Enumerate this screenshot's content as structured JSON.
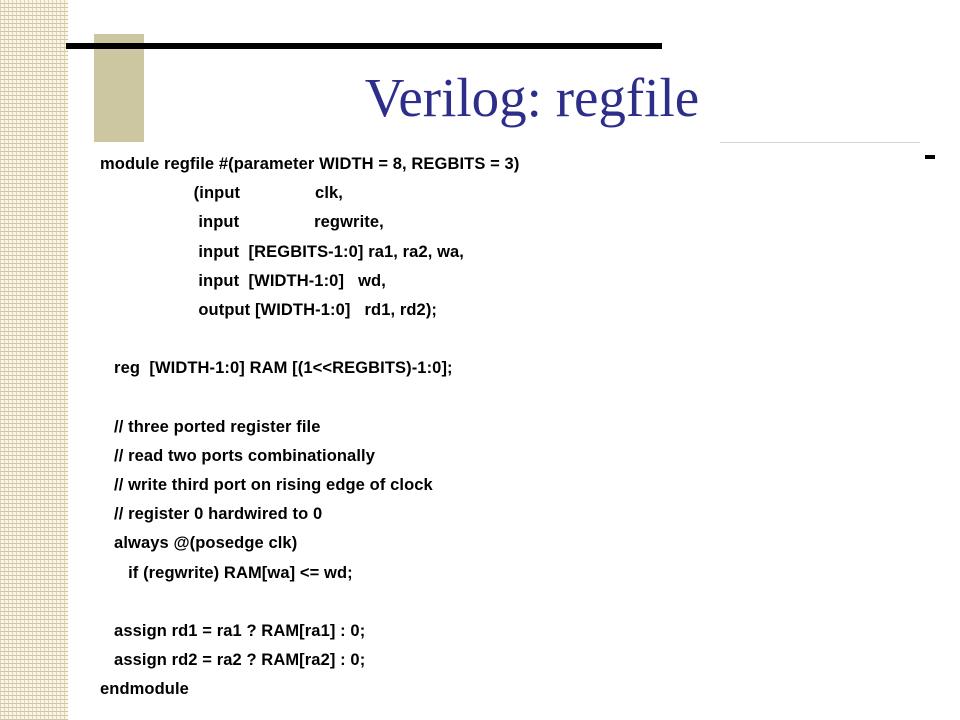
{
  "slide": {
    "title": "Verilog: regfile",
    "code_lines": [
      "module regfile #(parameter WIDTH = 8, REGBITS = 3)",
      "                    (input                clk,",
      "                     input                regwrite,",
      "                     input  [REGBITS-1:0] ra1, ra2, wa,",
      "                     input  [WIDTH-1:0]   wd,",
      "                     output [WIDTH-1:0]   rd1, rd2);",
      "",
      "   reg  [WIDTH-1:0] RAM [(1<<REGBITS)-1:0];",
      "",
      "   // three ported register file",
      "   // read two ports combinationally",
      "   // write third port on rising edge of clock",
      "   // register 0 hardwired to 0",
      "   always @(posedge clk)",
      "      if (regwrite) RAM[wa] <= wd;",
      "",
      "   assign rd1 = ra1 ? RAM[ra1] : 0;",
      "   assign rd2 = ra2 ? RAM[ra2] : 0;",
      "endmodule"
    ]
  },
  "colors": {
    "title": "#2d2d8a",
    "code": "#000000",
    "accent_block": "#cdc7a1",
    "stripe_band": "#fbf6e4"
  }
}
